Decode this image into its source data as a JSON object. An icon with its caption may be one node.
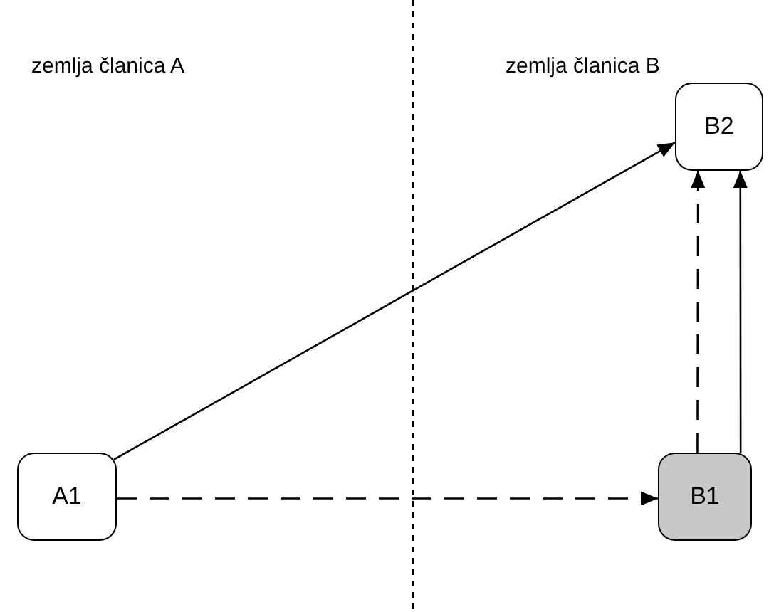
{
  "diagram": {
    "nodes": [
      {
        "text": [
          "A1"
        ]
      },
      {
        "text": [
          "B1"
        ]
      },
      {
        "text": [
          "B2"
        ]
      }
    ],
    "edges": [
      {
        "from": 0,
        "to": 2,
        "arrow": "to"
      },
      {
        "from": 0,
        "to": 1,
        "arrow": "to",
        "style": "dashed"
      },
      {
        "from": 1,
        "to": 2,
        "arrow": "to",
        "style": "dashed"
      },
      {
        "from": 1,
        "to": 2,
        "arrow": "to"
      }
    ],
    "labels": [
      "zemlja članica A",
      "zemlja članica B"
    ]
  }
}
